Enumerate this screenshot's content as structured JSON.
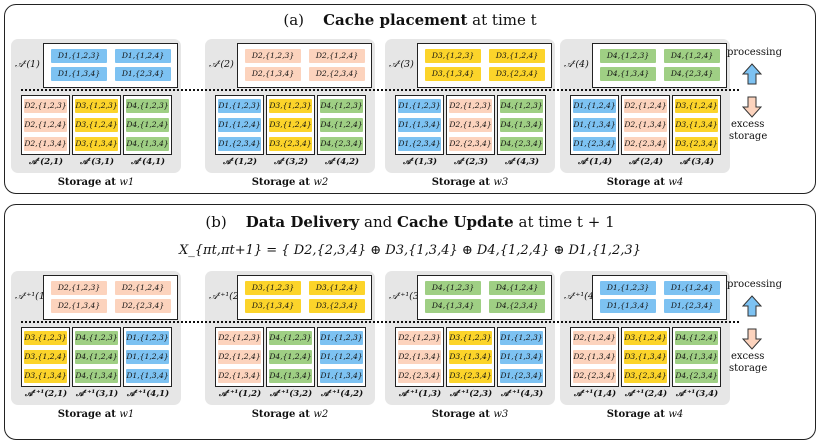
{
  "panel_a": {
    "title_prefix": "(a)",
    "title_bold": "Cache placement",
    "title_suffix": "at time t",
    "workers": [
      {
        "proc_label": "𝒜ᵗ(1)",
        "proc_color": "blue",
        "proc_cells": [
          "D1,{1,2,3}",
          "D1,{1,2,4}",
          "D1,{1,3,4}",
          "D1,{2,3,4}"
        ],
        "storage": [
          {
            "label": "𝒜ᵗ(2,1)",
            "color": "orange",
            "cells": [
              "D2,{1,2,3}",
              "D2,{1,2,4}",
              "D2,{1,3,4}"
            ]
          },
          {
            "label": "𝒜ᵗ(3,1)",
            "color": "yellow",
            "cells": [
              "D3,{1,2,3}",
              "D3,{1,2,4}",
              "D3,{1,3,4}"
            ]
          },
          {
            "label": "𝒜ᵗ(4,1)",
            "color": "green",
            "cells": [
              "D4,{1,2,3}",
              "D4,{1,2,4}",
              "D4,{1,3,4}"
            ]
          }
        ],
        "caption": "Storage at",
        "worker": "w1"
      },
      {
        "proc_label": "𝒜ᵗ(2)",
        "proc_color": "orange",
        "proc_cells": [
          "D2,{1,2,3}",
          "D2,{1,2,4}",
          "D2,{1,3,4}",
          "D2,{2,3,4}"
        ],
        "storage": [
          {
            "label": "𝒜ᵗ(1,2)",
            "color": "blue",
            "cells": [
              "D1,{1,2,3}",
              "D1,{1,2,4}",
              "D1,{2,3,4}"
            ]
          },
          {
            "label": "𝒜ᵗ(3,2)",
            "color": "yellow",
            "cells": [
              "D3,{1,2,3}",
              "D3,{1,2,4}",
              "D3,{2,3,4}"
            ]
          },
          {
            "label": "𝒜ᵗ(4,2)",
            "color": "green",
            "cells": [
              "D4,{1,2,3}",
              "D4,{1,2,4}",
              "D4,{2,3,4}"
            ]
          }
        ],
        "caption": "Storage at",
        "worker": "w2"
      },
      {
        "proc_label": "𝒜ᵗ(3)",
        "proc_color": "yellow",
        "proc_cells": [
          "D3,{1,2,3}",
          "D3,{1,2,4}",
          "D3,{1,3,4}",
          "D3,{2,3,4}"
        ],
        "storage": [
          {
            "label": "𝒜ᵗ(1,3)",
            "color": "blue",
            "cells": [
              "D1,{1,2,3}",
              "D1,{1,3,4}",
              "D1,{2,3,4}"
            ]
          },
          {
            "label": "𝒜ᵗ(2,3)",
            "color": "orange",
            "cells": [
              "D2,{1,2,3}",
              "D2,{1,3,4}",
              "D2,{2,3,4}"
            ]
          },
          {
            "label": "𝒜ᵗ(4,3)",
            "color": "green",
            "cells": [
              "D4,{1,2,3}",
              "D4,{1,3,4}",
              "D4,{2,3,4}"
            ]
          }
        ],
        "caption": "Storage at",
        "worker": "w3"
      },
      {
        "proc_label": "𝒜ᵗ(4)",
        "proc_color": "green",
        "proc_cells": [
          "D4,{1,2,3}",
          "D4,{1,2,4}",
          "D4,{1,3,4}",
          "D4,{2,3,4}"
        ],
        "storage": [
          {
            "label": "𝒜ᵗ(1,4)",
            "color": "blue",
            "cells": [
              "D1,{1,2,4}",
              "D1,{1,3,4}",
              "D1,{2,3,4}"
            ]
          },
          {
            "label": "𝒜ᵗ(2,4)",
            "color": "orange",
            "cells": [
              "D2,{1,2,4}",
              "D2,{1,3,4}",
              "D2,{2,3,4}"
            ]
          },
          {
            "label": "𝒜ᵗ(3,4)",
            "color": "yellow",
            "cells": [
              "D3,{1,2,4}",
              "D3,{1,3,4}",
              "D3,{2,3,4}"
            ]
          }
        ],
        "caption": "Storage at",
        "worker": "w4"
      }
    ]
  },
  "panel_b": {
    "title_prefix": "(b)",
    "title_bold1": "Data Delivery",
    "title_mid": "and",
    "title_bold2": "Cache Update",
    "title_suffix": "at time t + 1",
    "formula": "X_{πt,πt+1} = {  D2,{2,3,4} ⊕ D3,{1,3,4} ⊕ D4,{1,2,4} ⊕ D1,{1,2,3}",
    "workers": [
      {
        "proc_label": "𝒜ᵗ⁺¹(1)",
        "proc_color": "orange",
        "proc_cells": [
          "D2,{1,2,3}",
          "D2,{1,2,4}",
          "D2,{1,3,4}",
          "D2,{2,3,4}"
        ],
        "storage": [
          {
            "label": "𝒜ᵗ⁺¹(2,1)",
            "color": "yellow",
            "cells": [
              "D3,{1,2,3}",
              "D3,{1,2,4}",
              "D3,{1,3,4}"
            ]
          },
          {
            "label": "𝒜ᵗ⁺¹(3,1)",
            "color": "green",
            "cells": [
              "D4,{1,2,3}",
              "D4,{1,2,4}",
              "D4,{1,3,4}"
            ]
          },
          {
            "label": "𝒜ᵗ⁺¹(4,1)",
            "color": "blue",
            "cells": [
              "D1,{1,2,3}",
              "D1,{1,2,4}",
              "D1,{1,3,4}"
            ]
          }
        ],
        "caption": "Storage at",
        "worker": "w1"
      },
      {
        "proc_label": "𝒜ᵗ⁺¹(2)",
        "proc_color": "yellow",
        "proc_cells": [
          "D3,{1,2,3}",
          "D3,{1,2,4}",
          "D3,{1,3,4}",
          "D3,{2,3,4}"
        ],
        "storage": [
          {
            "label": "𝒜ᵗ⁺¹(1,2)",
            "color": "orange",
            "cells": [
              "D2,{1,2,3}",
              "D2,{1,2,4}",
              "D2,{1,3,4}"
            ]
          },
          {
            "label": "𝒜ᵗ⁺¹(3,2)",
            "color": "green",
            "cells": [
              "D4,{1,2,3}",
              "D4,{1,2,4}",
              "D4,{1,3,4}"
            ]
          },
          {
            "label": "𝒜ᵗ⁺¹(4,2)",
            "color": "blue",
            "cells": [
              "D1,{1,2,3}",
              "D1,{1,2,4}",
              "D1,{1,3,4}"
            ]
          }
        ],
        "caption": "Storage at",
        "worker": "w2"
      },
      {
        "proc_label": "𝒜ᵗ⁺¹(3)",
        "proc_color": "green",
        "proc_cells": [
          "D4,{1,2,3}",
          "D4,{1,2,4}",
          "D4,{1,3,4}",
          "D4,{2,3,4}"
        ],
        "storage": [
          {
            "label": "𝒜ᵗ⁺¹(1,3)",
            "color": "orange",
            "cells": [
              "D2,{1,2,3}",
              "D2,{1,3,4}",
              "D2,{2,3,4}"
            ]
          },
          {
            "label": "𝒜ᵗ⁺¹(2,3)",
            "color": "yellow",
            "cells": [
              "D3,{1,2,3}",
              "D3,{1,3,4}",
              "D3,{2,3,4}"
            ]
          },
          {
            "label": "𝒜ᵗ⁺¹(4,3)",
            "color": "blue",
            "cells": [
              "D1,{1,2,3}",
              "D1,{1,3,4}",
              "D1,{2,3,4}"
            ]
          }
        ],
        "caption": "Storage at",
        "worker": "w3"
      },
      {
        "proc_label": "𝒜ᵗ⁺¹(4)",
        "proc_color": "blue",
        "proc_cells": [
          "D1,{1,2,3}",
          "D1,{1,2,4}",
          "D1,{1,3,4}",
          "D1,{2,3,4}"
        ],
        "storage": [
          {
            "label": "𝒜ᵗ⁺¹(1,4)",
            "color": "orange",
            "cells": [
              "D2,{1,2,4}",
              "D2,{1,3,4}",
              "D2,{2,3,4}"
            ]
          },
          {
            "label": "𝒜ᵗ⁺¹(2,4)",
            "color": "yellow",
            "cells": [
              "D3,{1,2,4}",
              "D3,{1,3,4}",
              "D3,{2,3,4}"
            ]
          },
          {
            "label": "𝒜ᵗ⁺¹(3,4)",
            "color": "green",
            "cells": [
              "D4,{1,2,4}",
              "D4,{1,3,4}",
              "D4,{2,3,4}"
            ]
          }
        ],
        "caption": "Storage at",
        "worker": "w4"
      }
    ]
  },
  "side_labels": {
    "processing": "processing",
    "excess_line1": "excess",
    "excess_line2": "storage"
  },
  "colors": {
    "orange": "#fcd3bd",
    "yellow": "#fcd42a",
    "green": "#9fcf84",
    "blue": "#7dc2f2",
    "arrow_up": "#7dc2f2",
    "arrow_down": "#fcd3bd"
  }
}
